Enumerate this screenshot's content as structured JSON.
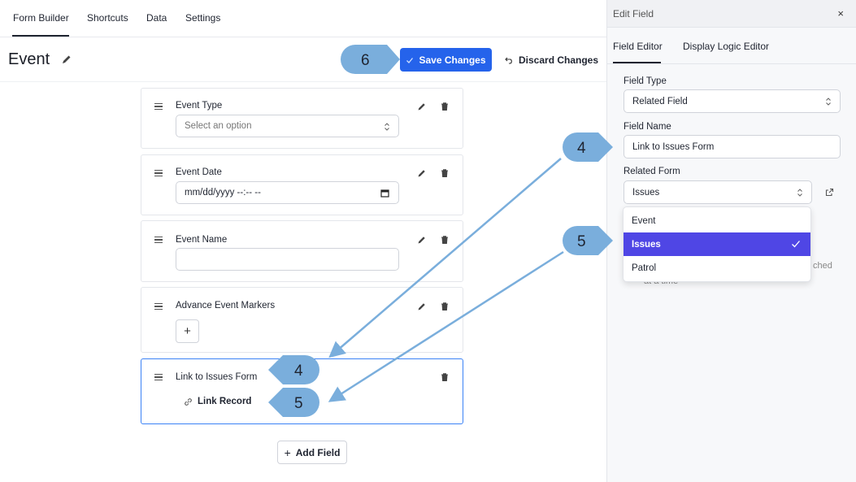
{
  "nav": {
    "tabs": [
      "Form Builder",
      "Shortcuts",
      "Data",
      "Settings"
    ]
  },
  "page": {
    "title": "Event",
    "save_label": "Save Changes",
    "discard_label": "Discard Changes"
  },
  "fields": [
    {
      "label": "Event Type",
      "placeholder": "Select an option"
    },
    {
      "label": "Event Date",
      "value": "mm/dd/yyyy --:-- --"
    },
    {
      "label": "Event Name",
      "value": ""
    },
    {
      "label": "Advance Event Markers",
      "add_symbol": "+"
    },
    {
      "label": "Link to Issues Form",
      "link_label": "Link Record"
    }
  ],
  "add_field_label": "Add Field",
  "panel": {
    "title": "Edit Field",
    "close": "×",
    "tabs": [
      "Field Editor",
      "Display Logic Editor"
    ],
    "field_type_label": "Field Type",
    "field_type_value": "Related Field",
    "field_name_label": "Field Name",
    "field_name_value": "Link to Issues Form",
    "related_form_label": "Related Form",
    "related_form_value": "Issues",
    "hint_right": "ched",
    "hint_below": "at a time",
    "options": [
      "Event",
      "Issues",
      "Patrol"
    ],
    "selected_option": "Issues"
  },
  "annotations": {
    "badges": [
      "6",
      "4",
      "5",
      "4",
      "5"
    ],
    "color": "#7aaedc"
  },
  "colors": {
    "primary": "#2563eb",
    "selected_option": "#4f46e5",
    "selected_border": "#3b82f6"
  }
}
